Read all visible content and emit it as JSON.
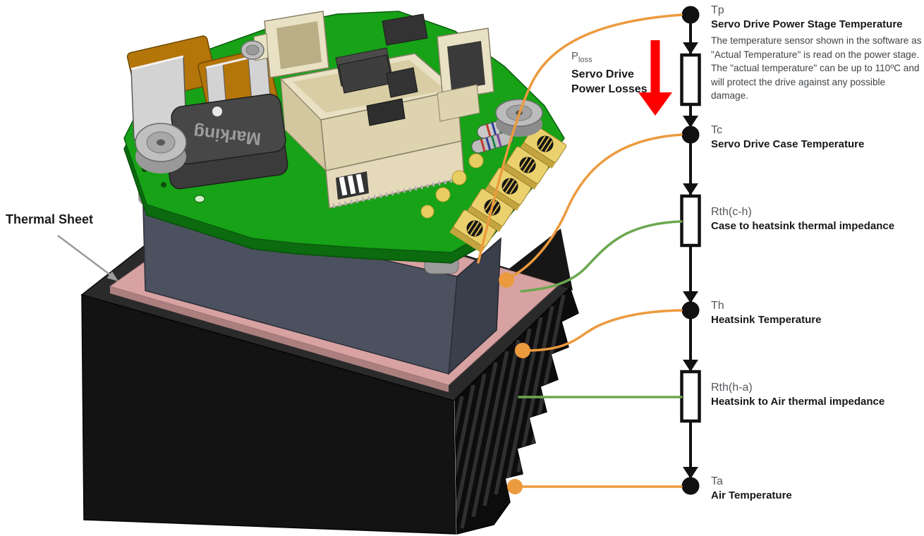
{
  "callouts": {
    "thermal_sheet": "Thermal Sheet",
    "inductor_marking": "Marking"
  },
  "power_loss": {
    "symbol": "P",
    "subscript": "loss",
    "line1": "Servo Drive",
    "line2": "Power Losses"
  },
  "circuit": {
    "tp": {
      "label": "Tp",
      "title": "Servo Drive Power Stage Temperature",
      "description": "The temperature sensor shown in the software as \"Actual Temperature\" is read on the power stage. The \"actual temperature\" can be up to 110ºC and will protect the drive against any possible damage."
    },
    "tc": {
      "label": "Tc",
      "title": "Servo Drive Case Temperature"
    },
    "rth_ch": {
      "label": "Rth(c-h)",
      "title": "Case to heatsink thermal impedance"
    },
    "th": {
      "label": "Th",
      "title": "Heatsink Temperature"
    },
    "rth_ha": {
      "label": "Rth(h-a)",
      "title": "Heatsink to Air thermal impedance"
    },
    "ta": {
      "label": "Ta",
      "title": "Air Temperature"
    }
  },
  "colors": {
    "accent_orange": "#EC9A3E",
    "accent_green": "#6BA84F",
    "arrow_red": "#FF0000",
    "pcb_green": "#17A217",
    "thermal_sheet_pink": "#D8A2A2",
    "heatsink_black": "#131313",
    "case_gray": "#4C515F",
    "circuit_black": "#111111"
  }
}
